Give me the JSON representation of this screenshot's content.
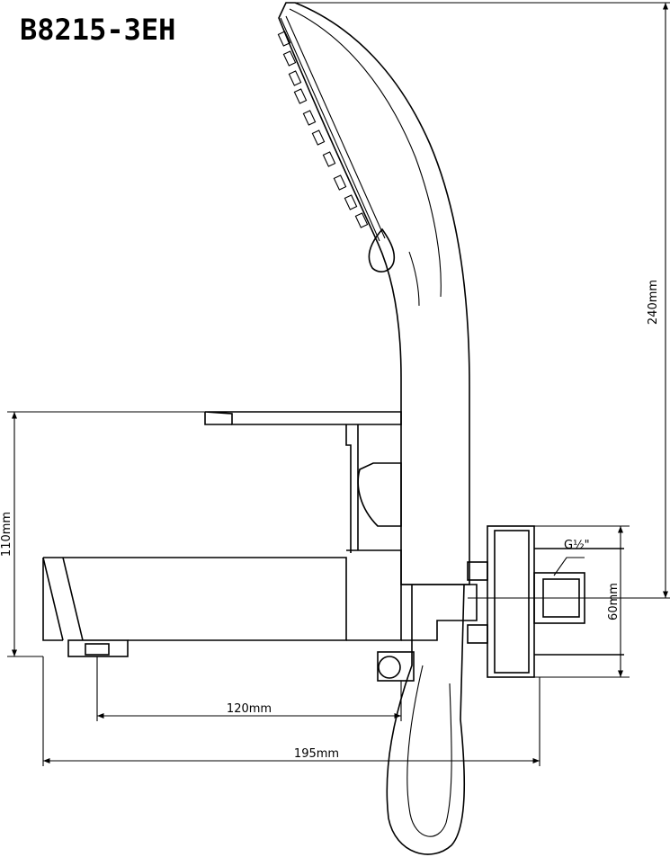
{
  "title": "B8215-3EH",
  "dimensions": {
    "total_height": "240mm",
    "body_height": "110mm",
    "inlet_height": "60mm",
    "spout_to_inlet": "120mm",
    "overall_length": "195mm",
    "thread": "G½\""
  }
}
